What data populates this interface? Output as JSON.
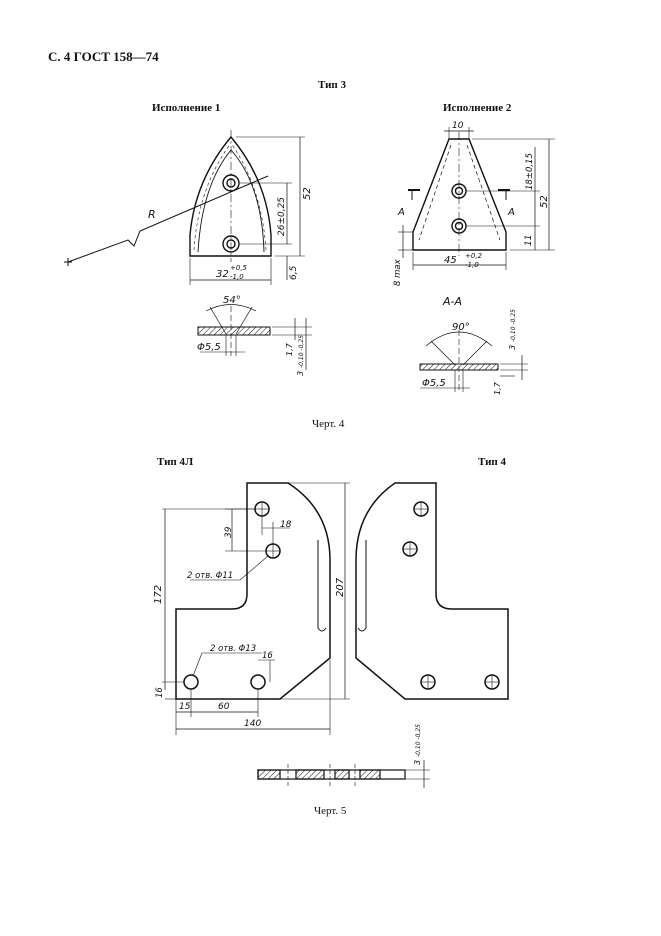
{
  "header": "С. 4 ГОСТ 158—74",
  "fig4": {
    "type_title": "Тип 3",
    "exec1_title": "Исполнение 1",
    "exec2_title": "Исполнение 2",
    "caption": "Черт. 4",
    "e1_dims": {
      "height": "52",
      "hole_dist": "26±0,25",
      "width_base": "32",
      "width_tol_up": "+0,5",
      "width_tol_down": "-1,0",
      "bottom_offset": "6,5",
      "radius": "R",
      "angle": "54°",
      "hole_dia": "Φ5,5",
      "dim_17": "1,7",
      "thick": "3",
      "thick_tol": "-0,10 -0,25"
    },
    "e2_dims": {
      "top_width": "10",
      "hole_dist": "18±0,15",
      "height": "52",
      "bottom_offset": "11",
      "width_base": "45",
      "width_tol_up": "+0,2",
      "width_tol_down": "-1,0",
      "side_dim": "8 max",
      "section_mark": "A",
      "section_title": "A-A",
      "angle": "90°",
      "hole_dia": "Φ5,5",
      "dim_17": "1,7",
      "thick": "3",
      "thick_tol": "-0,10 -0,25"
    }
  },
  "fig5": {
    "type4l_title": "Тип 4Л",
    "type4_title": "Тип 4",
    "caption": "Черт. 5",
    "dims": {
      "d39": "39",
      "d18": "18",
      "holes11": "2 отв. Φ11",
      "d172": "172",
      "d207": "207",
      "holes13": "2 отв. Φ13",
      "d16a": "16",
      "d16b": "16",
      "d15": "15",
      "d60": "60",
      "d140": "140",
      "thick": "3",
      "thick_tol": "-0,10 -0,25"
    }
  }
}
